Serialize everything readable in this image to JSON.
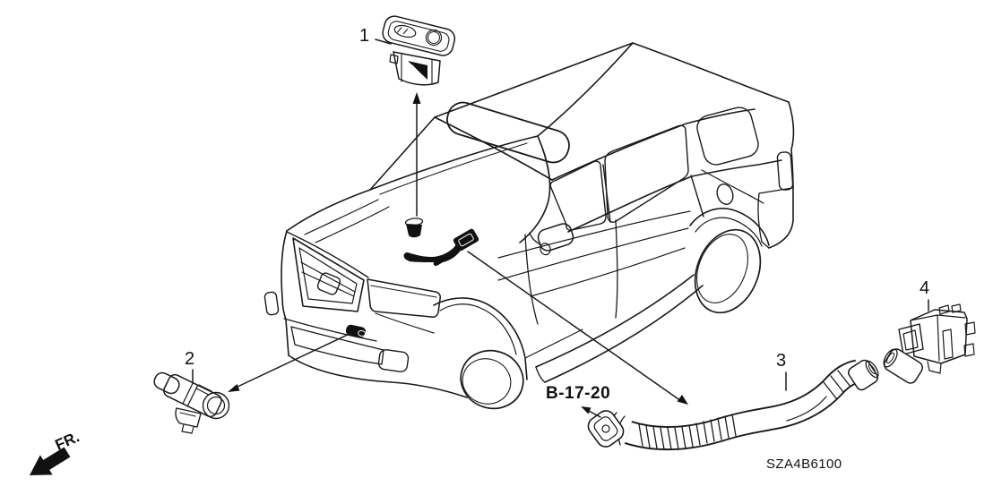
{
  "diagram": {
    "code": "SZA4B6100",
    "direction_label": "FR.",
    "reference_label": "B-17-20",
    "callouts": {
      "c1": "1",
      "c2": "2",
      "c3": "3",
      "c4": "4"
    },
    "line_color": "#1a1a1a",
    "background_color": "#ffffff"
  }
}
